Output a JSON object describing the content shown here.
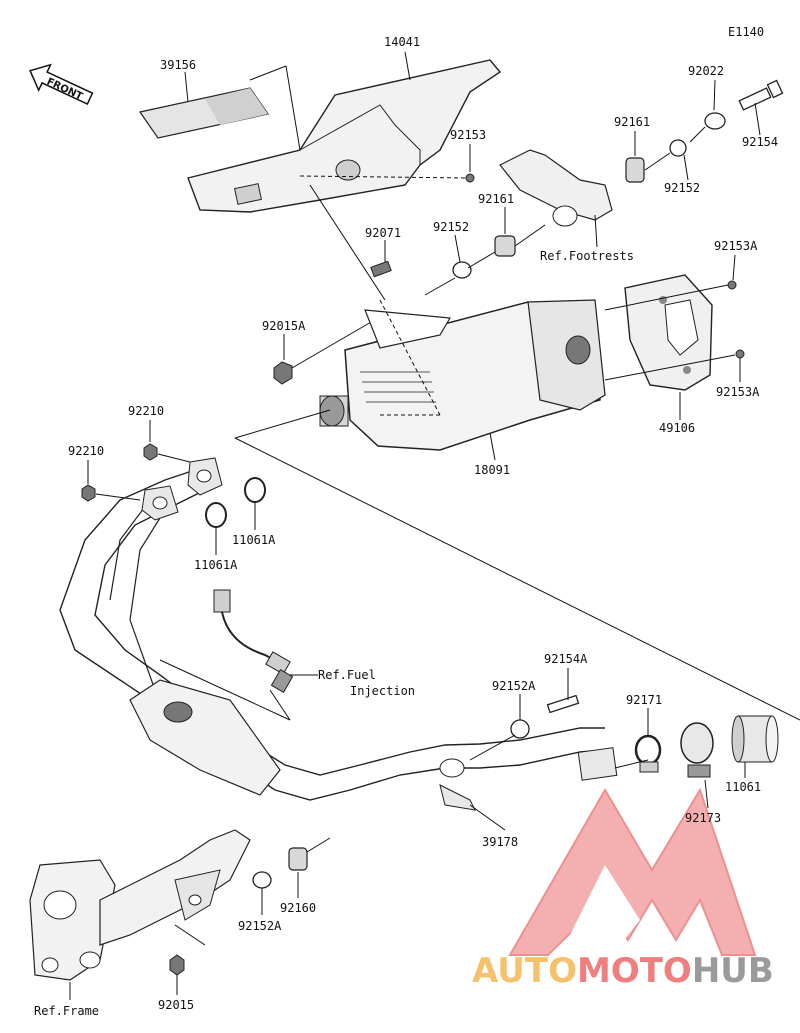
{
  "diagram_code": "E1140",
  "front_label": "FRONT",
  "part_labels": {
    "p14041": "14041",
    "p39156": "39156",
    "p92022": "92022",
    "p92161_a": "92161",
    "p92154": "92154",
    "p92153": "92153",
    "p92152_a": "92152",
    "p92161_b": "92161",
    "p92071": "92071",
    "p92152_b": "92152",
    "p92153A_a": "92153A",
    "p92015A": "92015A",
    "p92153A_b": "92153A",
    "p49106": "49106",
    "p92210_a": "92210",
    "p92210_b": "92210",
    "p18091": "18091",
    "p11061A_a": "11061A",
    "p11061A_b": "11061A",
    "p92154A": "92154A",
    "p92152A_a": "92152A",
    "p92171": "92171",
    "p11061": "11061",
    "p92173": "92173",
    "p39178": "39178",
    "p92160": "92160",
    "p92152A_b": "92152A",
    "p92015": "92015"
  },
  "references": {
    "footrests": "Ref.Footrests",
    "fuel_line1": "Ref.Fuel",
    "fuel_line2": "Injection",
    "frame": "Ref.Frame"
  },
  "watermark": {
    "part1": "AUTO",
    "part2": "MOTO",
    "part3": "HUB",
    "color1": "#f5c16a",
    "color2": "#ef7f7f",
    "color3": "#9a9a9a"
  }
}
